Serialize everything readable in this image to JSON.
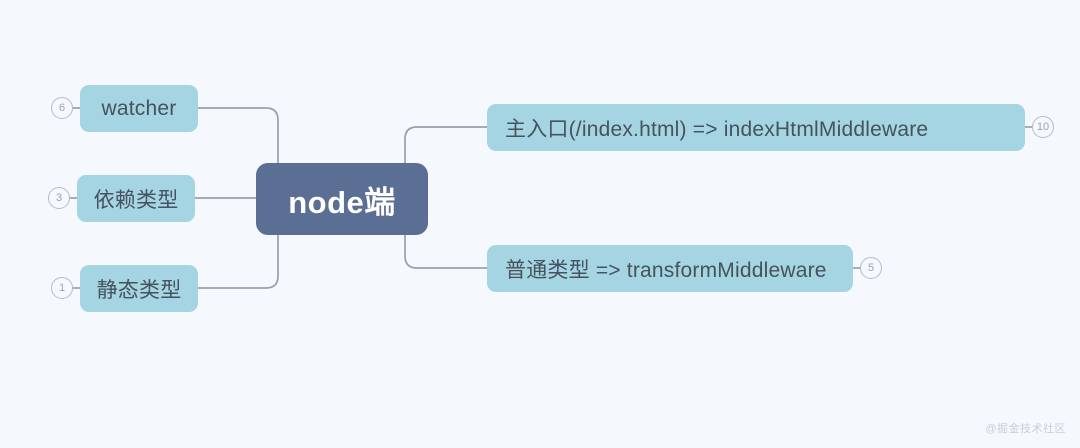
{
  "diagram": {
    "type": "mindmap",
    "background_color": "#f5f8fd",
    "root": {
      "label": "node端",
      "fill_color": "#5b6e93",
      "text_color": "#ffffff"
    },
    "branch_style": {
      "fill_color": "#a5d5e3",
      "text_color": "#46525e",
      "line_color": "#96a0ad",
      "badge_border_color": "#b4bcc6",
      "badge_text_color": "#9aa3ad"
    },
    "left_nodes": [
      {
        "label": "watcher",
        "badge": "6"
      },
      {
        "label": "依赖类型",
        "badge": "3"
      },
      {
        "label": "静态类型",
        "badge": "1"
      }
    ],
    "right_nodes": [
      {
        "label": "主入口(/index.html) => indexHtmlMiddleware",
        "badge": "10"
      },
      {
        "label": "普通类型 => transformMiddleware",
        "badge": "5"
      }
    ]
  },
  "watermark": {
    "text": "@掘金技术社区"
  }
}
